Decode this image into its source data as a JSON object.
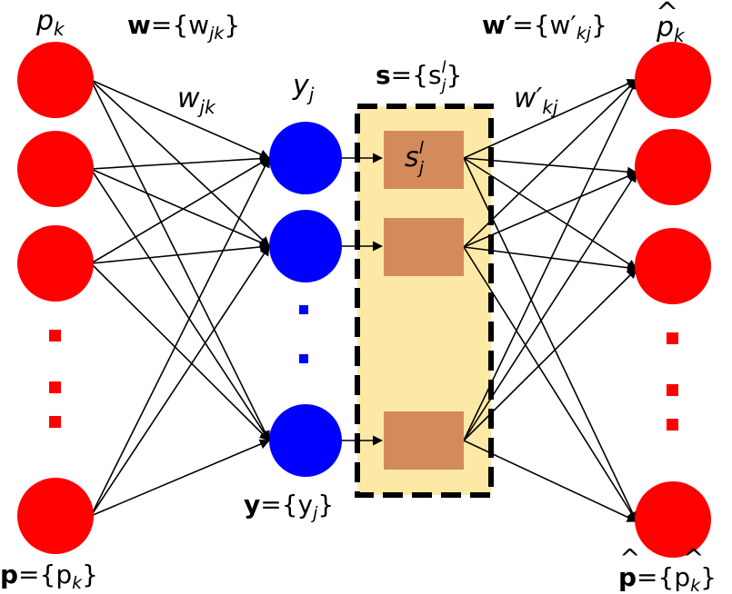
{
  "colors": {
    "input_node": "#ff0000",
    "hidden_node": "#0000ff",
    "output_node": "#ff0000",
    "spike_box_fill": "#fde9a6",
    "spike_cell": "#d38b5c",
    "box_border": "#000000",
    "edge": "#000000"
  },
  "labels": {
    "input_top": "p",
    "input_top_sub": "k",
    "weights_w_bold": "w",
    "weights_w_set": "={w",
    "weights_w_sub": "jk",
    "weights_w_close": "}",
    "edge_w": "w",
    "edge_w_sub": "jk",
    "hidden_top": "y",
    "hidden_top_sub": "j",
    "spike_s_bold": "s",
    "spike_s_set": "={s",
    "spike_s_sup": "l",
    "spike_s_sub": "j",
    "spike_s_close": "}",
    "cell_s": "s",
    "cell_s_sup": "l",
    "cell_s_sub": "j",
    "weights_wp_bold": "w′",
    "weights_wp_set": "={w′",
    "weights_wp_sub": "kj",
    "weights_wp_close": "}",
    "edge_wp": "w′",
    "edge_wp_sub": "kj",
    "output_top": "p",
    "output_top_sub": "k",
    "output_hat": "^",
    "input_bottom_bold": "p",
    "input_bottom_set": "={p",
    "input_bottom_sub": "k",
    "input_bottom_close": "}",
    "hidden_bottom_bold": "y",
    "hidden_bottom_set": "={y",
    "hidden_bottom_sub": "j",
    "hidden_bottom_close": "}",
    "output_bottom_bold": "p",
    "output_bottom_set": "={p",
    "output_bottom_sub": "k",
    "output_bottom_close": "}"
  }
}
